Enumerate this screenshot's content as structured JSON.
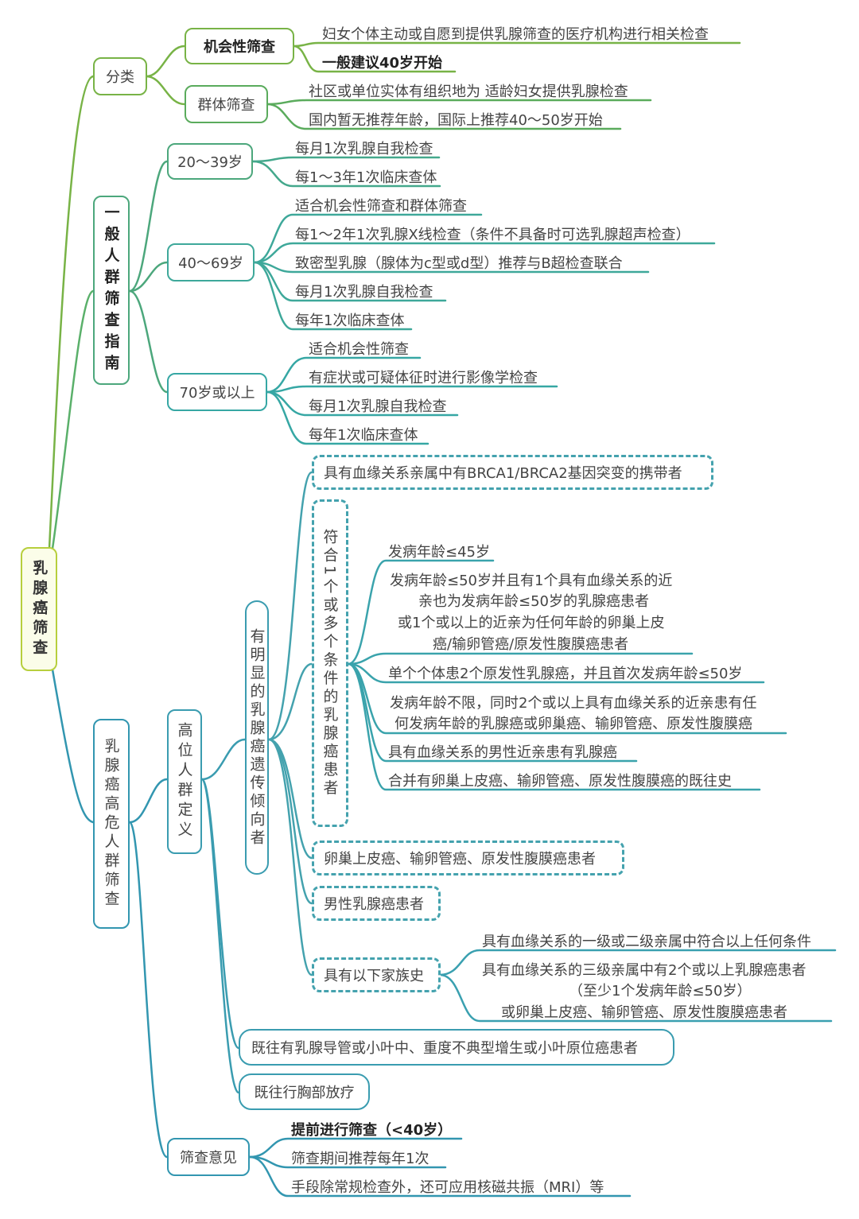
{
  "root": "乳腺癌筛查",
  "classification": {
    "label": "分类",
    "opportunistic": {
      "label": "机会性筛查",
      "items": [
        "妇女个体主动或自愿到提供乳腺筛查的医疗机构进行相关检查",
        "一般建议40岁开始"
      ]
    },
    "population": {
      "label": "群体筛查",
      "items": [
        "社区或单位实体有组织地为 适龄妇女提供乳腺检查",
        "国内暂无推荐年龄，国际上推荐40～50岁开始"
      ]
    }
  },
  "general": {
    "label": "一般人群筛查指南",
    "age1": {
      "label": "20～39岁",
      "items": [
        "每月1次乳腺自我检查",
        "每1～3年1次临床查体"
      ]
    },
    "age2": {
      "label": "40～69岁",
      "items": [
        "适合机会性筛查和群体筛查",
        "每1～2年1次乳腺X线检查（条件不具备时可选乳腺超声检查）",
        "致密型乳腺（腺体为c型或d型）推荐与B超检查联合",
        "每月1次乳腺自我检查",
        "每年1次临床查体"
      ]
    },
    "age3": {
      "label": "70岁或以上",
      "items": [
        "适合机会性筛查",
        "有症状或可疑体征时进行影像学检查",
        "每月1次乳腺自我检查",
        "每年1次临床查体"
      ]
    }
  },
  "highrisk": {
    "label": "乳腺癌高危人群筛查",
    "definition": {
      "label": "高位人群定义",
      "hereditary": {
        "label": "有明显的乳腺癌遗传倾向者",
        "brca": "具有血缘关系亲属中有BRCA1/BRCA2基因突变的携带者",
        "conditions": {
          "label": "符合1个或多个条件的乳腺癌患者",
          "items": [
            "发病年龄≤45岁",
            "发病年龄≤50岁并且有1个具有血缘关系的近",
            "亲也为发病年龄≤50岁的乳腺癌患者",
            "或1个或以上的近亲为任何年龄的卵巢上皮",
            "癌/输卵管癌/原发性腹膜癌患者",
            "单个个体患2个原发性乳腺癌，并且首次发病年龄≤50岁",
            "发病年龄不限，同时2个或以上具有血缘关系的近亲患有任",
            "何发病年龄的乳腺癌或卵巢癌、输卵管癌、原发性腹膜癌",
            "具有血缘关系的男性近亲患有乳腺癌",
            "合并有卵巢上皮癌、输卵管癌、原发性腹膜癌的既往史"
          ]
        },
        "ovarian": "卵巢上皮癌、输卵管癌、原发性腹膜癌患者",
        "male": "男性乳腺癌患者",
        "family": {
          "label": "具有以下家族史",
          "items": [
            "具有血缘关系的一级或二级亲属中符合以上任何条件",
            "具有血缘关系的三级亲属中有2个或以上乳腺癌患者",
            "（至少1个发病年龄≤50岁）",
            "或卵巢上皮癌、输卵管癌、原发性腹膜癌患者"
          ]
        }
      },
      "lesion": "既往有乳腺导管或小叶中、重度不典型增生或小叶原位癌患者",
      "radiation": "既往行胸部放疗"
    },
    "advice": {
      "label": "筛查意见",
      "items": [
        "提前进行筛查（<40岁）",
        "筛查期间推荐每年1次",
        "手段除常规检查外，还可应用核磁共振（MRI）等"
      ]
    }
  }
}
